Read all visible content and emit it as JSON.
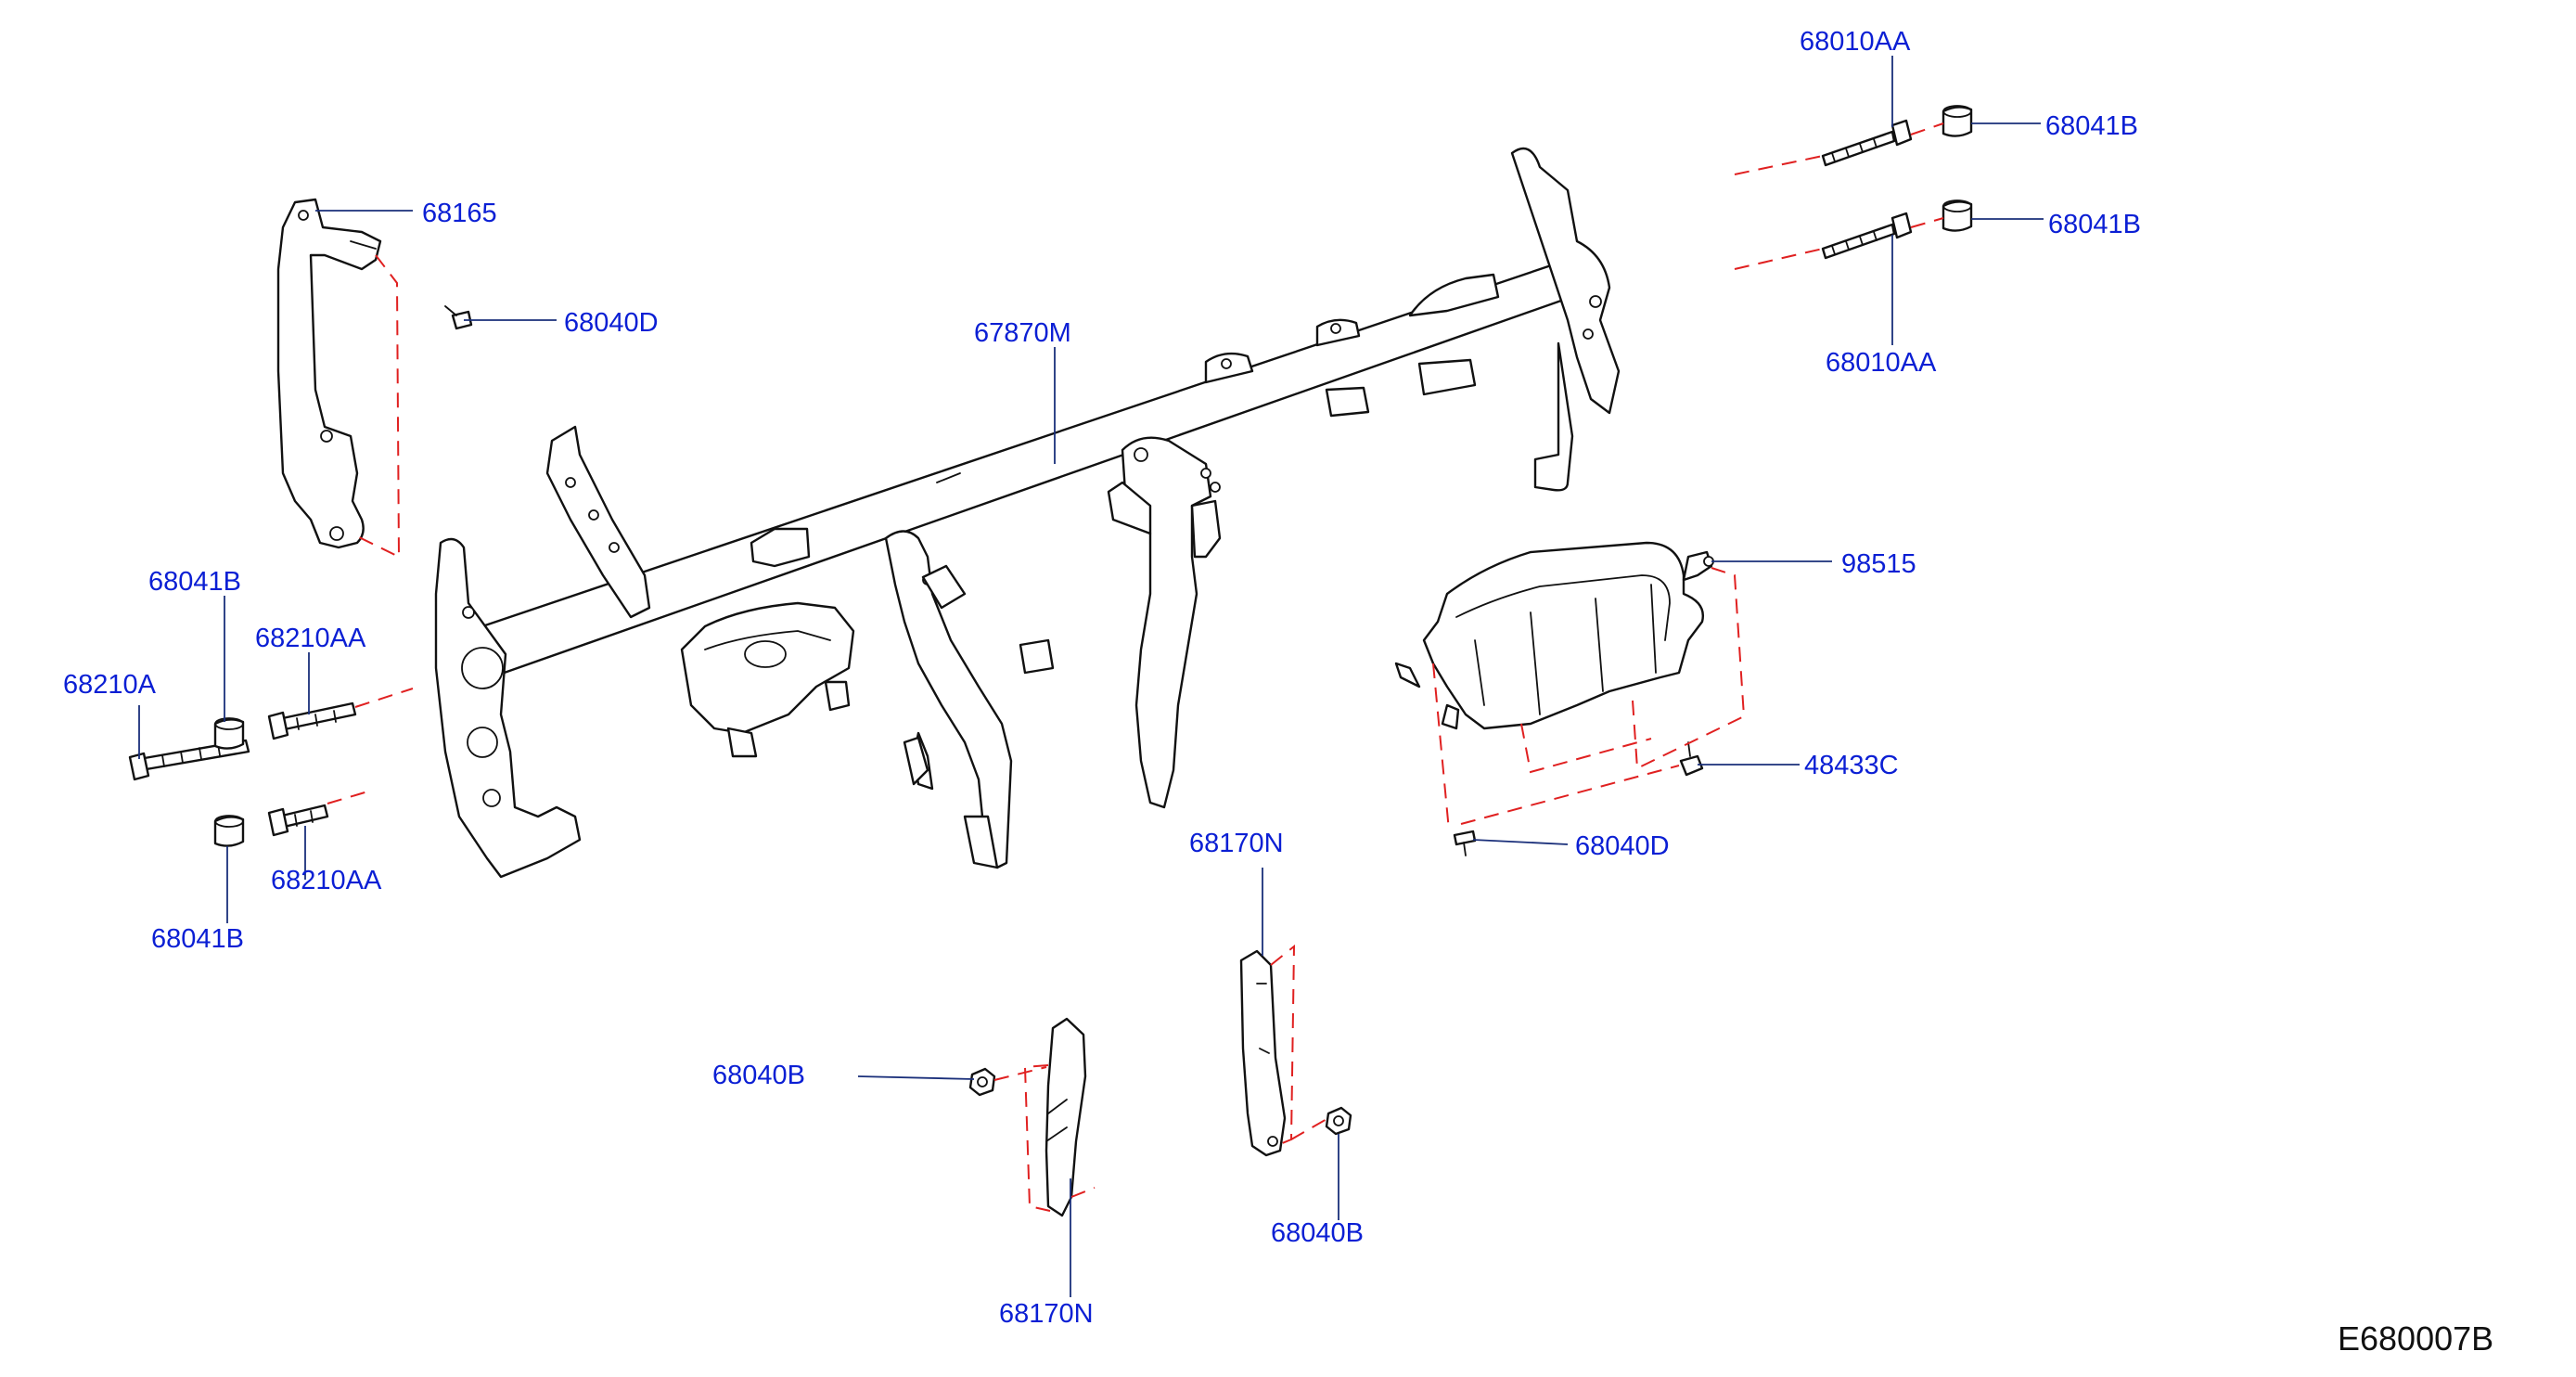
{
  "colors": {
    "label": "#0b1fd4",
    "leader": "#1a2f7a",
    "dashed_line": "#e02020",
    "outline": "#111111"
  },
  "diagram_ref": "E680007B",
  "labels": {
    "l_68010AA_top": "68010AA",
    "l_68041B_top1": "68041B",
    "l_68041B_top2": "68041B",
    "l_68010AA_mid": "68010AA",
    "l_68165": "68165",
    "l_68040D_left": "68040D",
    "l_67870M": "67870M",
    "l_98515": "98515",
    "l_68041B_left_top": "68041B",
    "l_68210AA_top": "68210AA",
    "l_68210A": "68210A",
    "l_68210AA_bottom": "68210AA",
    "l_68041B_left_bottom": "68041B",
    "l_48433C": "48433C",
    "l_68040D_right": "68040D",
    "l_68170N_top": "68170N",
    "l_68040B_left": "68040B",
    "l_68040B_right": "68040B",
    "l_68170N_bottom": "68170N"
  }
}
